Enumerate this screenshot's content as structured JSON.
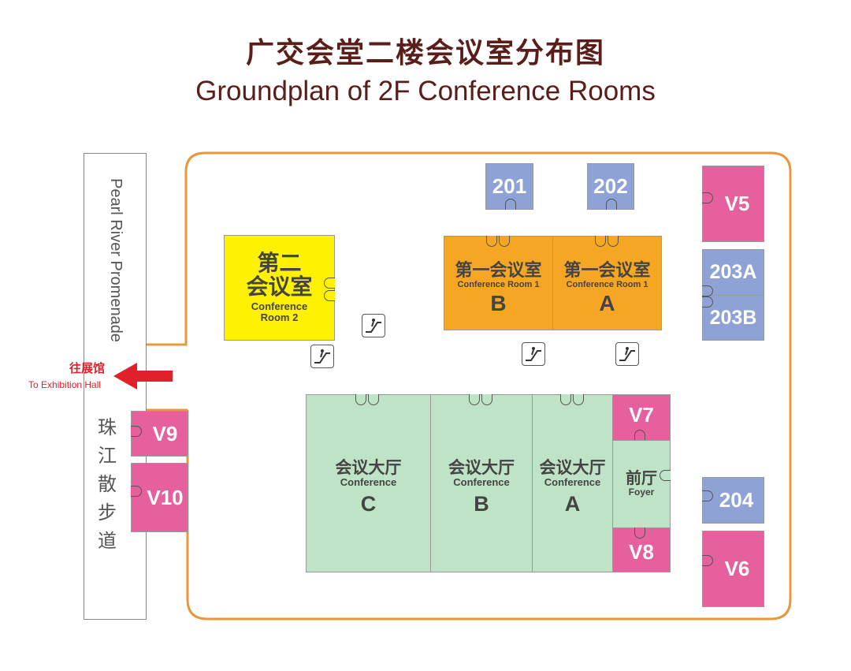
{
  "title_cn": "广交会堂二楼会议室分布图",
  "title_en": "Groundplan of 2F Conference Rooms",
  "promenade": {
    "en": "Pearl River Promenade",
    "cn_chars": [
      "珠",
      "江",
      "散",
      "步",
      "道"
    ]
  },
  "direction": {
    "cn": "往展馆",
    "en": "To Exhibition Hall",
    "arrow_color": "#e0202a"
  },
  "colors": {
    "outline": "#e8973a",
    "yellow": "#fff200",
    "orange": "#f5a623",
    "green": "#bfe3c6",
    "pink": "#e5609c",
    "blue": "#8ea2d6"
  },
  "rooms": {
    "room2": {
      "cn_line1": "第二",
      "cn_line2": "会议室",
      "en_line1": "Conference",
      "en_line2": "Room 2"
    },
    "room1b": {
      "cn": "第一会议室",
      "en": "Conference Room 1",
      "letter": "B"
    },
    "room1a": {
      "cn": "第一会议室",
      "en": "Conference Room 1",
      "letter": "A"
    },
    "hallc": {
      "cn": "会议大厅",
      "en": "Conference",
      "letter": "C"
    },
    "hallb": {
      "cn": "会议大厅",
      "en": "Conference",
      "letter": "B"
    },
    "halla": {
      "cn": "会议大厅",
      "en": "Conference",
      "letter": "A"
    },
    "foyer": {
      "cn": "前厅",
      "en": "Foyer"
    },
    "r201": "201",
    "r202": "202",
    "r203a": "203A",
    "r203b": "203B",
    "r204": "204",
    "v5": "V5",
    "v6": "V6",
    "v7": "V7",
    "v8": "V8",
    "v9": "V9",
    "v10": "V10"
  },
  "icons": [
    "escalator-icon"
  ]
}
